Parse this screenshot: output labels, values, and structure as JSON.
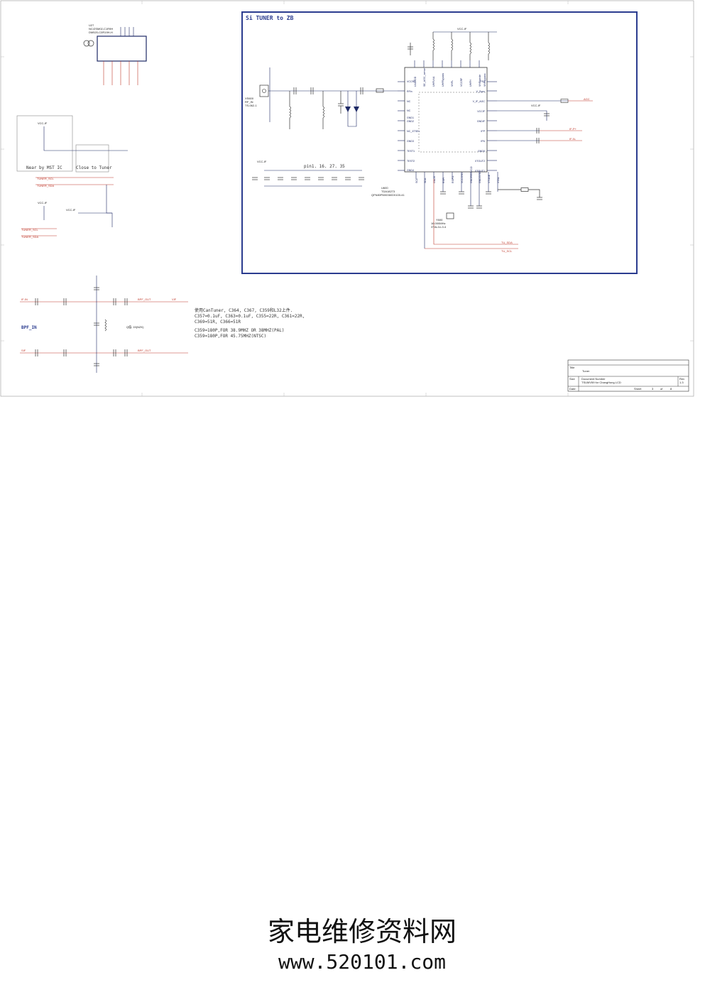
{
  "diagram": {
    "title": "Si TUNER to ZB",
    "chip": {
      "ref": "U600",
      "part": "TDA18273",
      "package": "QFN80P600X600X100-41"
    },
    "chip_pins_left": [
      "VCCRF",
      "RFin",
      "NC",
      "NC",
      "GND1",
      "GND2",
      "NC_XTSEL",
      "GND3",
      "TEST1",
      "TEST2",
      "GND4"
    ],
    "chip_pins_right": [
      "PS1",
      "V_Sync",
      "V_IF_AGC",
      "VCCIF",
      "GNDIF",
      "IFP",
      "IFN",
      "GND5",
      "XTOUT2",
      "XTOUT1"
    ],
    "chip_pins_top": [
      "LNAVDD",
      "SE_AGC_sense",
      "UHFLNA",
      "UHFBypass",
      "VHFL",
      "VCCRF",
      "UHFH",
      "VHFbande",
      "VHFbypass"
    ],
    "chip_pins_bottom": [
      "SCL",
      "SDA",
      "GND6",
      "RSPI",
      "RSPI1",
      "VCCSYN",
      "GNDREGVCO",
      "GNDSYNT",
      "VTUNE",
      "XTAL"
    ],
    "net_labels": {
      "vcc": "VCC-IF",
      "tuner_scl": "TUNER_SCL",
      "tuner_sda": "TUNER_SDA",
      "tu_sda": "TU_SDA",
      "tu_scl": "TU_SCL",
      "agc": "AGC",
      "ifp": "IF-P+",
      "ifn": "IF-N-",
      "bpf_out": "BPF_OUT",
      "vif": "VIF",
      "sif": "SIF",
      "bpf_in": "BPF_IN",
      "if_in": "IF-IN"
    },
    "rf_input": {
      "ref": "XS600",
      "name": "RF_IN",
      "part": "TS-062-1"
    },
    "crystal": {
      "ref": "Y600",
      "freq": "16.000MHz",
      "part": "XTAL3-L3.4"
    },
    "u27": {
      "ref": "U27",
      "line1": "NC/ZSM02-C1R9H",
      "line2": "DM520-C0R19H-H"
    },
    "pins_note": "pin1. 16. 27. 35",
    "notes": {
      "line1": "使用CanTuner, C364, C367, C359和L32上件.",
      "line2": "C357=0.1uF, C363=0.1uF, C355=22R, C361=22R,",
      "line3": "C369=51R, C366=51R",
      "line4": "C359=180P,FOR 38.9MHZ OR 38MHZ(PAL)",
      "line5": "C359=180P,FOR 45.75MHZ(NTSC)"
    },
    "q_value": "Q值: 15(NZK)",
    "box_left_note": "Near by MST IC",
    "box_right_note": "Close to Tuner",
    "title_block": {
      "title_label": "Title",
      "title": "Tuner",
      "size_label": "Size",
      "docnum_label": "Document Number",
      "docnum": "TSUMV59 for ChangHong LCD",
      "rev_label": "Rev",
      "rev": "1.3",
      "date_label": "Date:",
      "sheet_label": "Sheet",
      "sheet_num": "3",
      "of_label": "of",
      "sheet_total": "8"
    }
  },
  "watermark": {
    "cn": "家电维修资料网",
    "url": "www.520101.com"
  }
}
